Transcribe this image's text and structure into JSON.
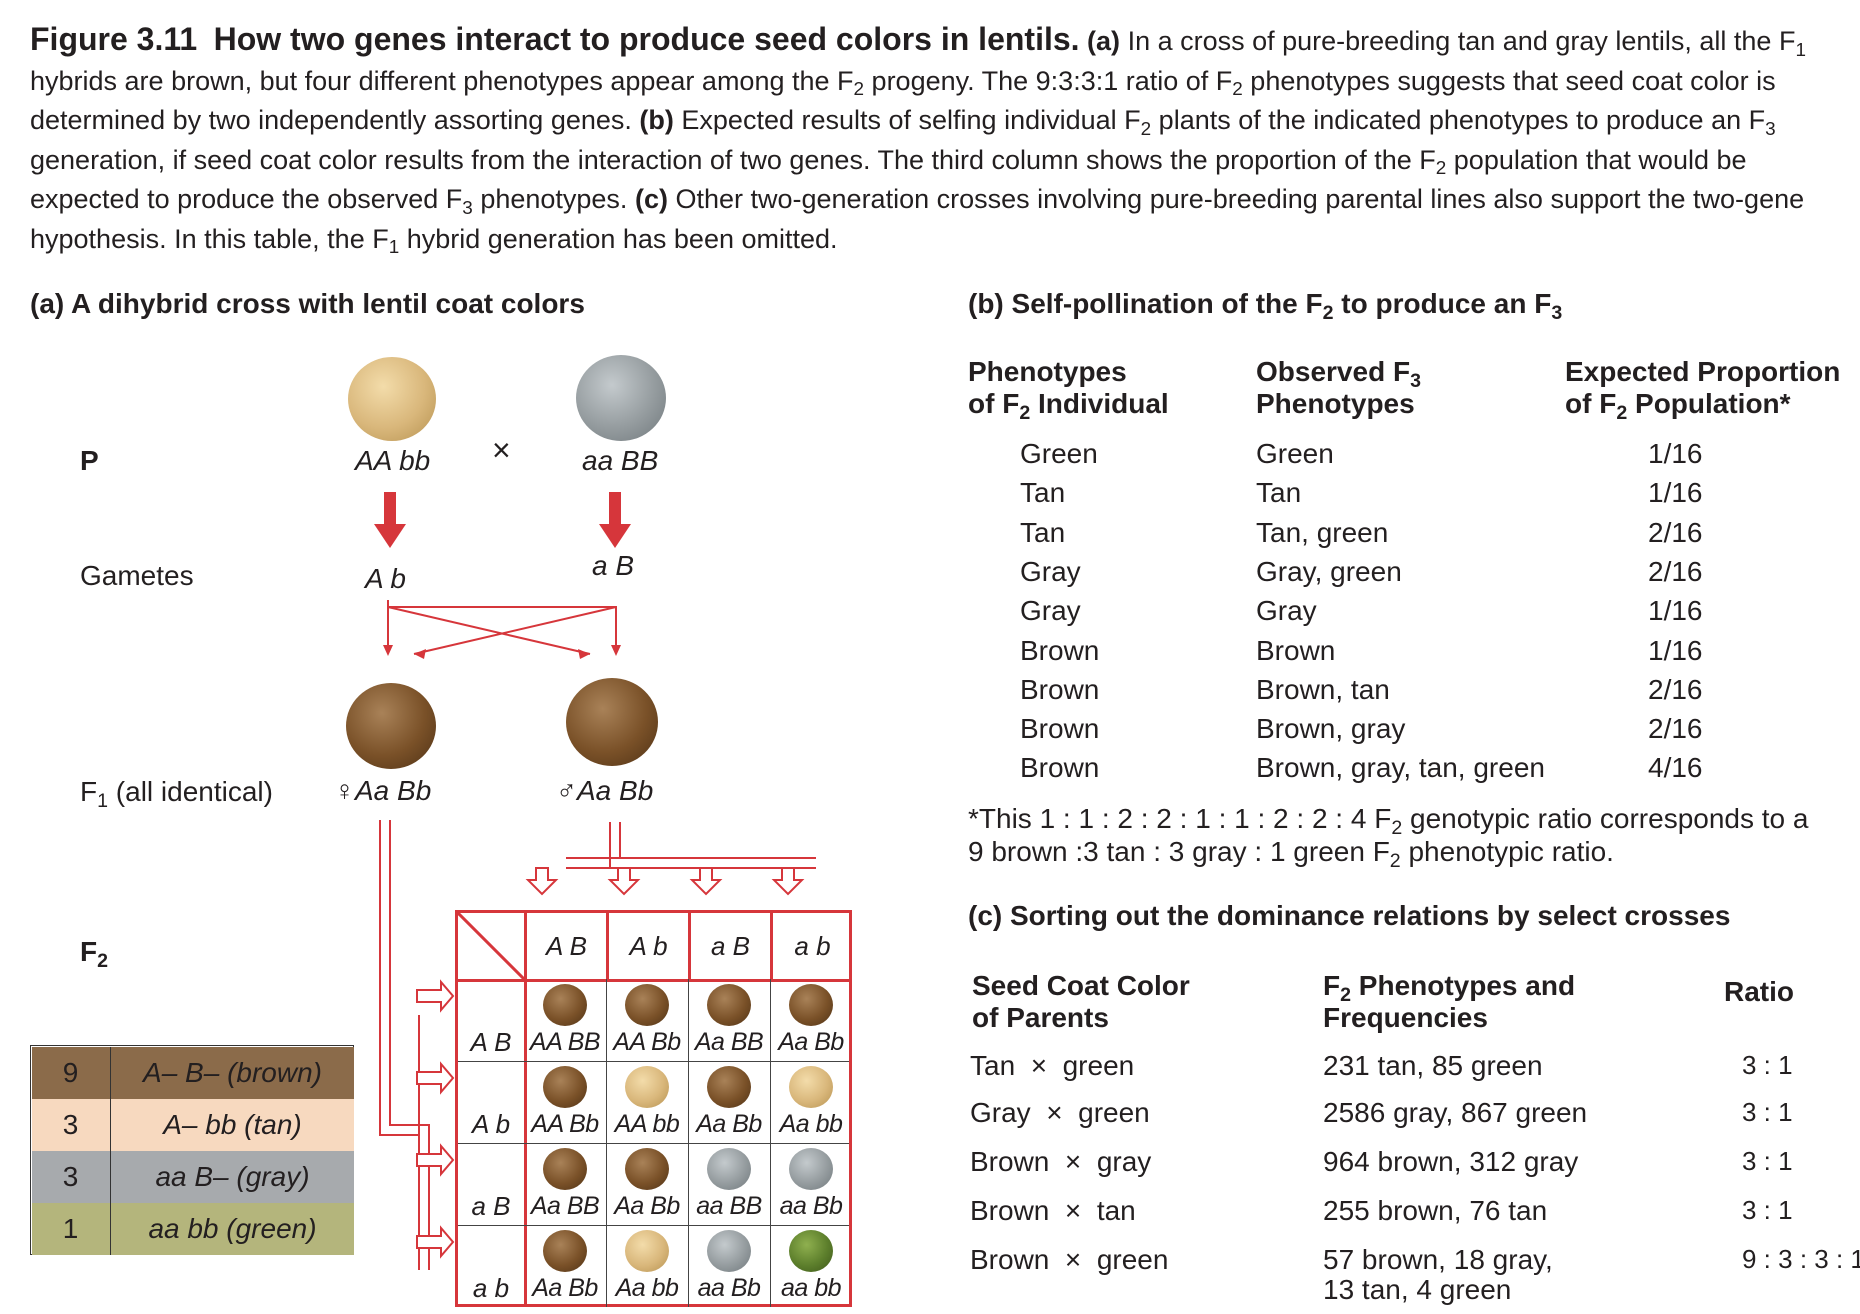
{
  "caption": {
    "figure_label": "Figure 3.11",
    "figure_title": "How two genes interact to produce seed colors in lentils.",
    "a_label": "(a)",
    "a_text_1": "In a cross of pure-breeding tan and gray lentils, all the",
    "a_text_2": "F1 hybrids are brown, but four different phenotypes appear among the F2 progeny. The 9:3:3:1 ratio of F2 phenotypes suggests that seed coat color",
    "a_text_3": "is determined by two independently assorting genes.",
    "b_label": "(b)",
    "b_text_1": "Expected results of selfing individual F2 plants of the indicated phenotypes to produce an",
    "b_text_2": "F3 generation, if seed coat color results from the interaction of two genes. The third column shows the proportion of the F2 population that would be",
    "b_text_3": "expected to produce the observed F3 phenotypes.",
    "c_label": "(c)",
    "c_text_1": "Other two-generation crosses involving pure-breeding parental lines also support the two-gene",
    "c_text_2": "hypothesis. In this table, the F1 hybrid generation has been omitted."
  },
  "panel_a": {
    "heading": "(a)  A dihybrid cross with lentil coat colors",
    "row_p": "P",
    "row_gametes": "Gametes",
    "row_f1": "F1 (all identical)",
    "row_f2": "F2",
    "parent_left": "AA bb",
    "parent_right": "aa BB",
    "cross_symbol": "×",
    "gamete_left": "A b",
    "gamete_right": "a B",
    "f1_female": "♀Aa Bb",
    "f1_male": "♂Aa Bb",
    "punnett_cols": [
      "A B",
      "A b",
      "a B",
      "a b"
    ],
    "punnett_rows": [
      "A B",
      "A b",
      "a B",
      "a b"
    ],
    "punnett_cells": [
      [
        "AA BB",
        "AA Bb",
        "Aa BB",
        "Aa Bb"
      ],
      [
        "AA Bb",
        "AA bb",
        "Aa Bb",
        "Aa bb"
      ],
      [
        "Aa BB",
        "Aa Bb",
        "aa BB",
        "aa Bb"
      ],
      [
        "Aa Bb",
        "Aa bb",
        "aa Bb",
        "aa bb"
      ]
    ],
    "punnett_colors": [
      [
        "brown",
        "brown",
        "brown",
        "brown"
      ],
      [
        "brown",
        "tan",
        "brown",
        "tan"
      ],
      [
        "brown",
        "brown",
        "gray",
        "gray"
      ],
      [
        "brown",
        "tan",
        "gray",
        "green"
      ]
    ],
    "phenotype_table": [
      {
        "count": "9",
        "label": "A– B– (brown)",
        "color": "#8b6b4a"
      },
      {
        "count": "3",
        "label": "A– bb (tan)",
        "color": "#f7d9bf"
      },
      {
        "count": "3",
        "label": "aa B– (gray)",
        "color": "#a7aaad"
      },
      {
        "count": "1",
        "label": "aa bb (green)",
        "color": "#b4b57c"
      }
    ],
    "seed_colors": {
      "brown": "#7a4f24",
      "tan": "#dcb97c",
      "gray": "#8a9195",
      "green": "#5d7f2c"
    },
    "arrow_color": "#d6363b"
  },
  "panel_b": {
    "heading": "(b)  Self-pollination of the F2 to produce an F3",
    "col1_header_1": "Phenotypes",
    "col1_header_2": "of F2 Individual",
    "col2_header_1": "Observed F3",
    "col2_header_2": "Phenotypes",
    "col3_header_1": "Expected Proportion",
    "col3_header_2": "of F2 Population*",
    "rows": [
      {
        "f2": "Green",
        "f3": "Green",
        "prop": "1/16"
      },
      {
        "f2": "Tan",
        "f3": "Tan",
        "prop": "1/16"
      },
      {
        "f2": "Tan",
        "f3": "Tan, green",
        "prop": "2/16"
      },
      {
        "f2": "Gray",
        "f3": "Gray, green",
        "prop": "2/16"
      },
      {
        "f2": "Gray",
        "f3": "Gray",
        "prop": "1/16"
      },
      {
        "f2": "Brown",
        "f3": "Brown",
        "prop": "1/16"
      },
      {
        "f2": "Brown",
        "f3": "Brown, tan",
        "prop": "2/16"
      },
      {
        "f2": "Brown",
        "f3": "Brown, gray",
        "prop": "2/16"
      },
      {
        "f2": "Brown",
        "f3": "Brown, gray, tan, green",
        "prop": "4/16"
      }
    ],
    "footnote_1": "*This 1 : 1 : 2 : 2 : 1 : 1 : 2 : 2 : 4 F2 genotypic ratio corresponds to a",
    "footnote_2": "9 brown :3 tan : 3 gray : 1 green F2 phenotypic ratio."
  },
  "panel_c": {
    "heading": "(c)  Sorting out the dominance relations by select crosses",
    "col1_header_1": "Seed Coat Color",
    "col1_header_2": "of Parents",
    "col2_header_1": "F2 Phenotypes and",
    "col2_header_2": "Frequencies",
    "col3_header": "Ratio",
    "rows": [
      {
        "p1": "Tan",
        "p2": "green",
        "freq": "231 tan, 85 green",
        "freq2": "",
        "ratio": "3 : 1"
      },
      {
        "p1": "Gray",
        "p2": "green",
        "freq": "2586 gray, 867 green",
        "freq2": "",
        "ratio": "3 : 1"
      },
      {
        "p1": "Brown",
        "p2": "gray",
        "freq": "964 brown, 312 gray",
        "freq2": "",
        "ratio": "3 : 1"
      },
      {
        "p1": "Brown",
        "p2": "tan",
        "freq": "255 brown, 76 tan",
        "freq2": "",
        "ratio": "3 : 1"
      },
      {
        "p1": "Brown",
        "p2": "green",
        "freq": "57 brown, 18 gray,",
        "freq2": "13 tan, 4 green",
        "ratio": "9 : 3 : 3 : 1"
      }
    ],
    "cross_symbol": "×"
  }
}
